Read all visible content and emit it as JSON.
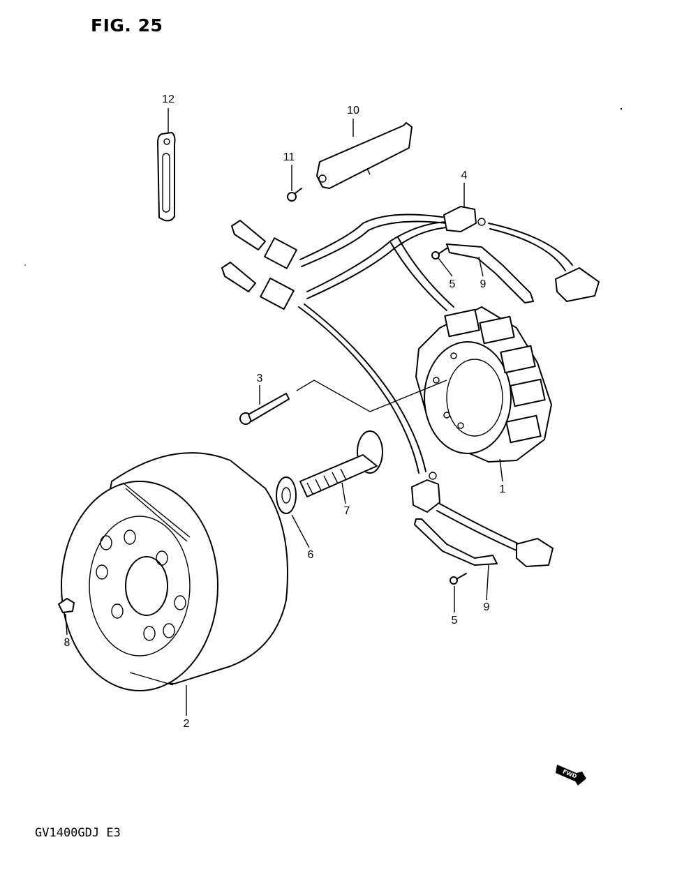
{
  "figure": {
    "title": "FIG. 25",
    "model_code": "GV1400GDJ E3",
    "direction_badge": "FWD"
  },
  "callouts": [
    {
      "id": "c1",
      "label": "1"
    },
    {
      "id": "c2",
      "label": "2"
    },
    {
      "id": "c3",
      "label": "3"
    },
    {
      "id": "c4",
      "label": "4"
    },
    {
      "id": "c5a",
      "label": "5"
    },
    {
      "id": "c5b",
      "label": "5"
    },
    {
      "id": "c6",
      "label": "6"
    },
    {
      "id": "c7",
      "label": "7"
    },
    {
      "id": "c8",
      "label": "8"
    },
    {
      "id": "c9a",
      "label": "9"
    },
    {
      "id": "c9b",
      "label": "9"
    },
    {
      "id": "c10",
      "label": "10"
    },
    {
      "id": "c11",
      "label": "11"
    },
    {
      "id": "c12",
      "label": "12"
    }
  ]
}
